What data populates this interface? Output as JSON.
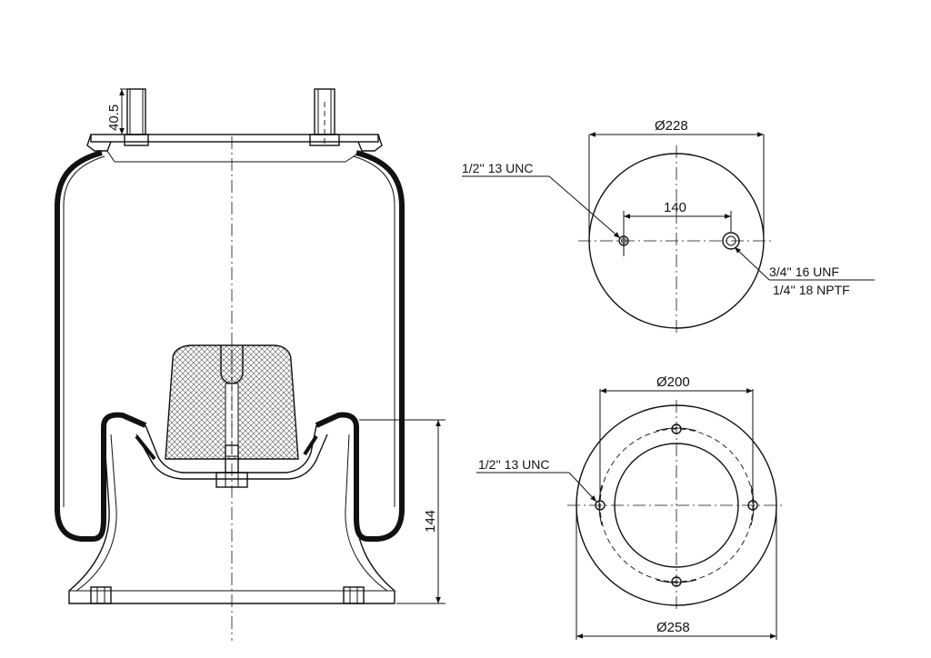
{
  "side_view": {
    "dim_stud_height": "40.5",
    "dim_piston_height": "144"
  },
  "top_plate_view": {
    "dim_diameter": "Ø228",
    "dim_stud_spacing": "140",
    "note_left_stud": "1/2'' 13 UNC",
    "note_right_stud_line1": "3/4'' 16 UNF",
    "note_right_stud_line2": "1/4'' 18 NPTF"
  },
  "piston_base_view": {
    "dim_bolt_circle": "Ø200",
    "dim_outer_diameter": "Ø258",
    "note_bolt": "1/2'' 13 UNC"
  },
  "colors": {
    "line": "#111111",
    "background": "#ffffff",
    "hatch": "#555555"
  }
}
